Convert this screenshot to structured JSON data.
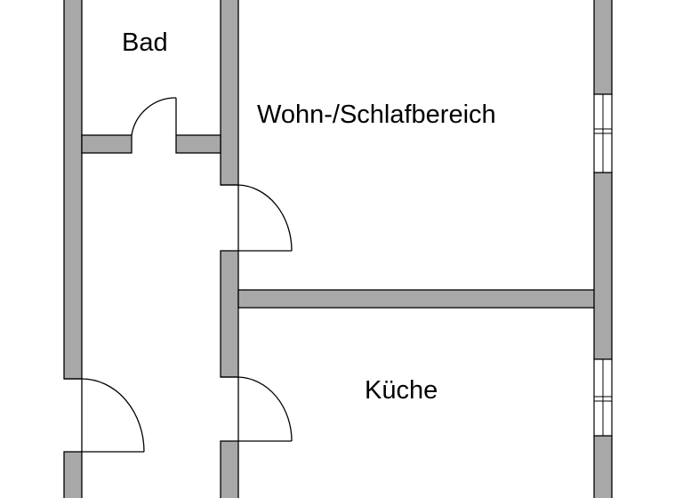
{
  "rooms": {
    "bad": "Bad",
    "wohn_schlaf": "Wohn-/Schlafbereich",
    "kueche": "Küche"
  },
  "colors": {
    "wall_fill": "#a8a8a8",
    "wall_outline": "#000000",
    "background": "#ffffff"
  }
}
